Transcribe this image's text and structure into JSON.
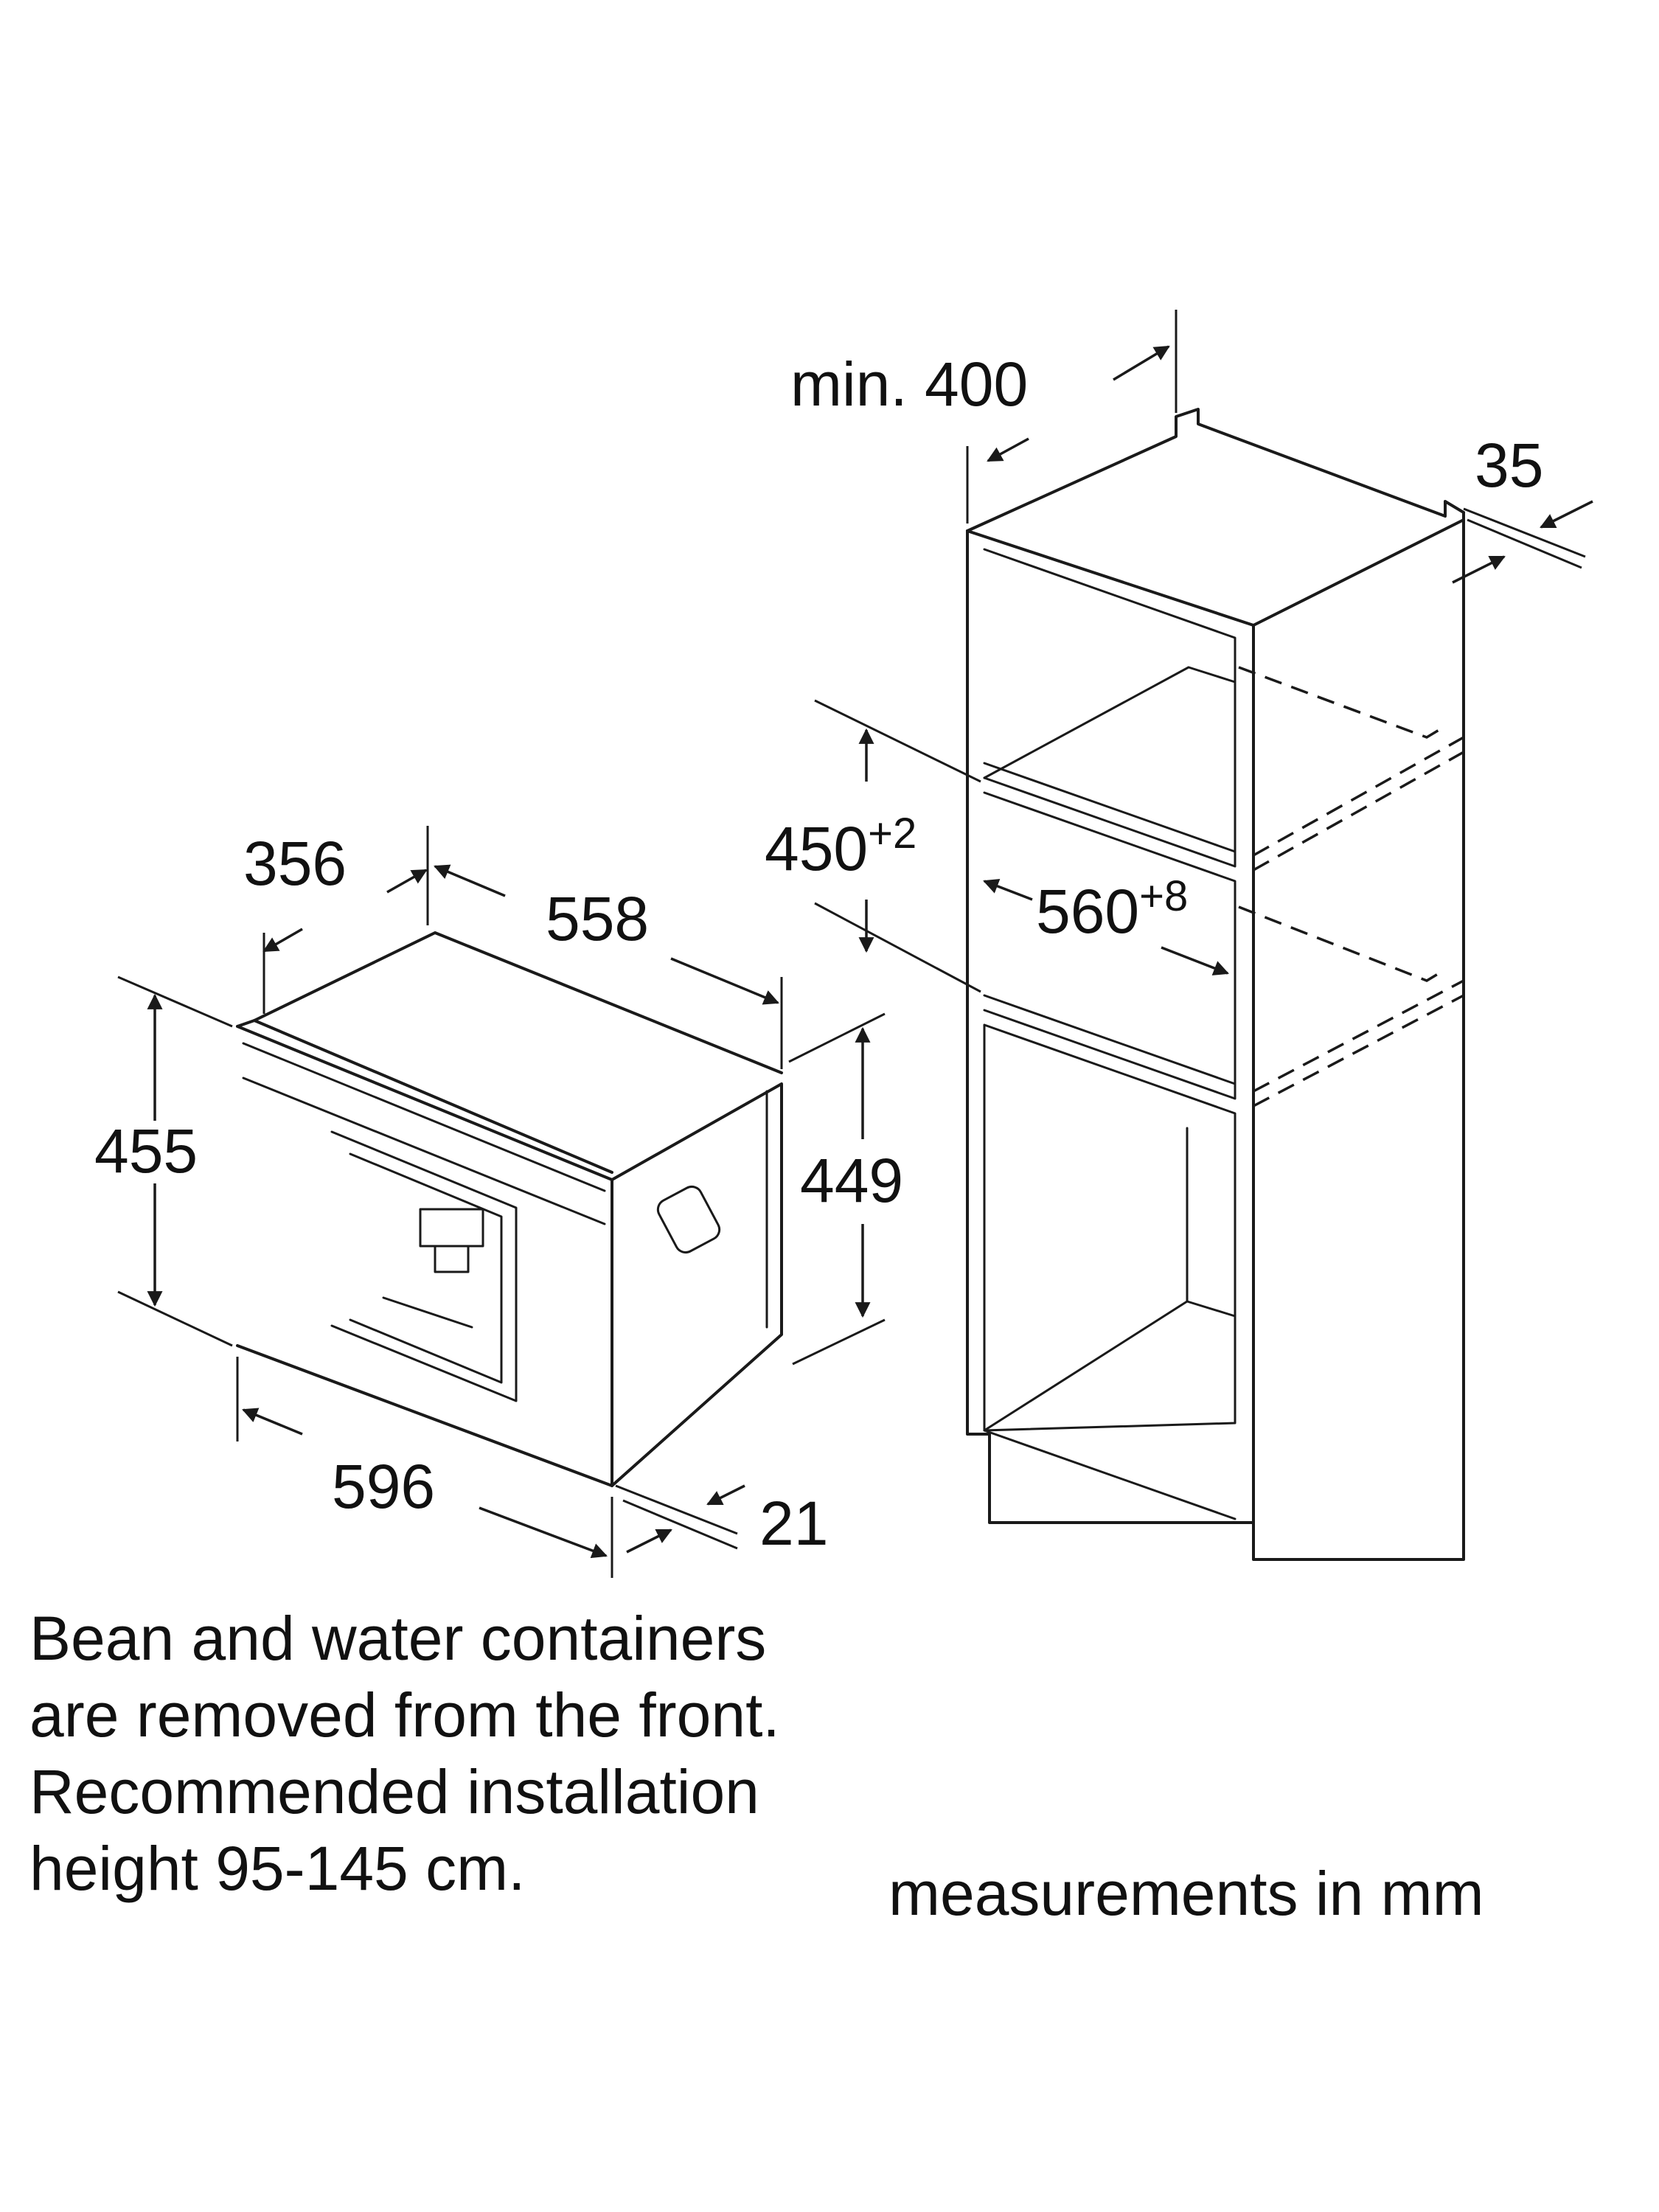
{
  "dimensions": {
    "cabinet_min_depth": "min. 400",
    "cabinet_back_gap": "35",
    "niche_height": "450",
    "niche_height_tolerance": "+2",
    "niche_width": "560",
    "niche_width_tolerance": "+8",
    "appliance_side_depth": "356",
    "appliance_depth": "558",
    "appliance_height_front": "455",
    "appliance_height_body": "449",
    "appliance_width": "596",
    "front_panel_depth": "21"
  },
  "notes": [
    "Bean and water containers",
    "are removed from the front.",
    "Recommended installation",
    "height 95-145 cm."
  ],
  "units_note": "measurements in mm"
}
